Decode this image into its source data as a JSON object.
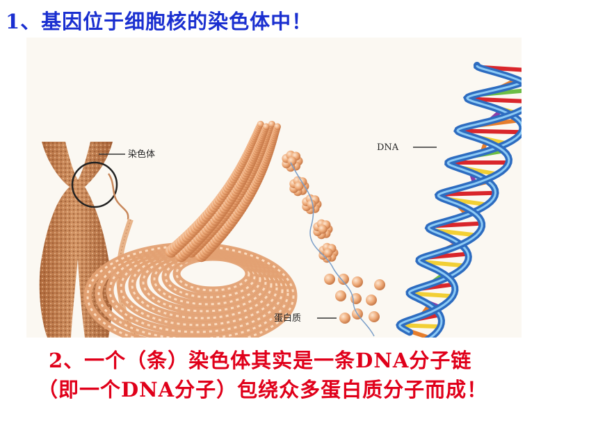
{
  "heading": "1、基因位于细胞核的染色体中！",
  "labels": {
    "chromosome": "染色体",
    "dna": "DNA",
    "protein": "蛋白质"
  },
  "caption": {
    "line1": "2、一个（条）染色体其实是一条DNA分子链",
    "line2": "（即一个DNA分子）包绕众多蛋白质分子而成！"
  },
  "colors": {
    "heading": "#1a2fd0",
    "caption": "#e0001a",
    "chromatin": "#e7a777",
    "helix": "#3f8ad8"
  }
}
